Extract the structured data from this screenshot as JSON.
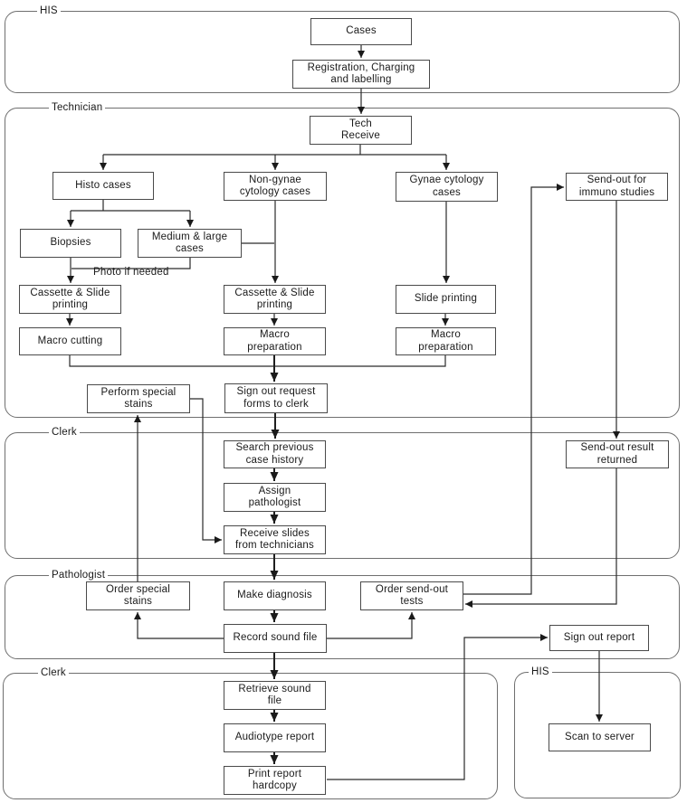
{
  "diagram": {
    "colors": {
      "background": "#ffffff",
      "line": "#2a2a2a",
      "box_border": "#4a4a4a",
      "lane_border": "#6f6f6f",
      "text": "#1a1a1a"
    },
    "lanes": [
      {
        "id": "his_top",
        "label": "HIS"
      },
      {
        "id": "technician",
        "label": "Technician"
      },
      {
        "id": "clerk_upper",
        "label": "Clerk"
      },
      {
        "id": "pathologist",
        "label": "Pathologist"
      },
      {
        "id": "clerk_lower",
        "label": "Clerk"
      },
      {
        "id": "his_bottom",
        "label": "HIS"
      }
    ],
    "nodes": {
      "cases": "Cases",
      "registration": "Registration, Charging\nand labelling",
      "tech_receive": "Tech\nReceive",
      "histo_cases": "Histo cases",
      "non_gynae_cytology": "Non-gynae\ncytology cases",
      "gynae_cytology": "Gynae cytology\ncases",
      "send_out_immuno": "Send-out for\nimmuno studies",
      "biopsies": "Biopsies",
      "medium_large": "Medium & large\ncases",
      "cassette_slide_histo": "Cassette & Slide\nprinting",
      "macro_cutting": "Macro cutting",
      "cassette_slide_cytology": "Cassette & Slide\nprinting",
      "macro_preparation_cytology": "Macro\npreparation",
      "slide_printing": "Slide printing",
      "macro_preparation_gynae": "Macro\npreparation",
      "perform_special_stains": "Perform special\nstains",
      "sign_out_request": "Sign out request\nforms to clerk",
      "search_history": "Search previous\ncase history",
      "assign_pathologist": "Assign\npathologist",
      "receive_slides": "Receive slides\nfrom technicians",
      "send_out_result": "Send-out result\nreturned",
      "order_special_stains": "Order special\nstains",
      "make_diagnosis": "Make diagnosis",
      "order_send_out_tests": "Order send-out\ntests",
      "record_sound_file": "Record sound file",
      "sign_out_report": "Sign out report",
      "retrieve_sound_file": "Retrieve sound\nfile",
      "audiotype_report": "Audiotype report",
      "print_report_hardcopy": "Print report\nhardcopy",
      "scan_to_server": "Scan to server"
    },
    "annotations": {
      "photo_if_needed": "Photo if needed"
    },
    "edges": [
      {
        "from": "cases",
        "to": "registration"
      },
      {
        "from": "registration",
        "to": "tech_receive"
      },
      {
        "from": "tech_receive",
        "to": "histo_cases"
      },
      {
        "from": "tech_receive",
        "to": "non_gynae_cytology"
      },
      {
        "from": "tech_receive",
        "to": "gynae_cytology"
      },
      {
        "from": "histo_cases",
        "to": "biopsies"
      },
      {
        "from": "histo_cases",
        "to": "medium_large"
      },
      {
        "from": "biopsies",
        "to": "cassette_slide_histo",
        "label": "Photo if needed"
      },
      {
        "from": "medium_large",
        "to": "cassette_slide_histo"
      },
      {
        "from": "medium_large",
        "to": "cassette_slide_cytology"
      },
      {
        "from": "non_gynae_cytology",
        "to": "cassette_slide_cytology"
      },
      {
        "from": "gynae_cytology",
        "to": "slide_printing"
      },
      {
        "from": "cassette_slide_histo",
        "to": "macro_cutting"
      },
      {
        "from": "cassette_slide_cytology",
        "to": "macro_preparation_cytology"
      },
      {
        "from": "slide_printing",
        "to": "macro_preparation_gynae"
      },
      {
        "from": "macro_cutting",
        "to": "sign_out_request"
      },
      {
        "from": "macro_preparation_cytology",
        "to": "sign_out_request"
      },
      {
        "from": "macro_preparation_gynae",
        "to": "sign_out_request"
      },
      {
        "from": "sign_out_request",
        "to": "search_history"
      },
      {
        "from": "search_history",
        "to": "assign_pathologist"
      },
      {
        "from": "assign_pathologist",
        "to": "receive_slides"
      },
      {
        "from": "perform_special_stains",
        "to": "receive_slides"
      },
      {
        "from": "receive_slides",
        "to": "make_diagnosis"
      },
      {
        "from": "make_diagnosis",
        "to": "record_sound_file"
      },
      {
        "from": "record_sound_file",
        "to": "order_special_stains"
      },
      {
        "from": "order_special_stains",
        "to": "perform_special_stains"
      },
      {
        "from": "record_sound_file",
        "to": "order_send_out_tests"
      },
      {
        "from": "order_send_out_tests",
        "to": "send_out_immuno"
      },
      {
        "from": "send_out_immuno",
        "to": "send_out_result"
      },
      {
        "from": "send_out_result",
        "to": "order_send_out_tests"
      },
      {
        "from": "record_sound_file",
        "to": "retrieve_sound_file"
      },
      {
        "from": "retrieve_sound_file",
        "to": "audiotype_report"
      },
      {
        "from": "audiotype_report",
        "to": "print_report_hardcopy"
      },
      {
        "from": "print_report_hardcopy",
        "to": "sign_out_report"
      },
      {
        "from": "sign_out_report",
        "to": "scan_to_server"
      }
    ]
  }
}
